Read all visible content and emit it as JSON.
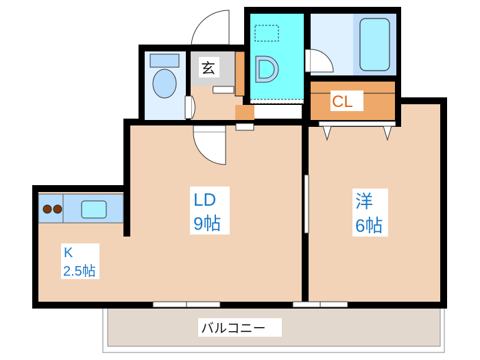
{
  "rooms": {
    "ld": {
      "name": "LD",
      "size": "9帖"
    },
    "western": {
      "name": "洋",
      "size": "6帖"
    },
    "kitchen": {
      "name": "K",
      "size": "2.5帖"
    },
    "entrance": {
      "name": "玄"
    },
    "closet": {
      "name": "CL"
    },
    "balcony": {
      "name": "バルコニー"
    }
  },
  "colors": {
    "floor": "#f2d3b7",
    "wall": "#000000",
    "washroom": "#80ffff",
    "closet": "#eea96a",
    "balcony": "#e2d8ce",
    "label": "#1a78c8",
    "closet_label": "#e06010"
  }
}
